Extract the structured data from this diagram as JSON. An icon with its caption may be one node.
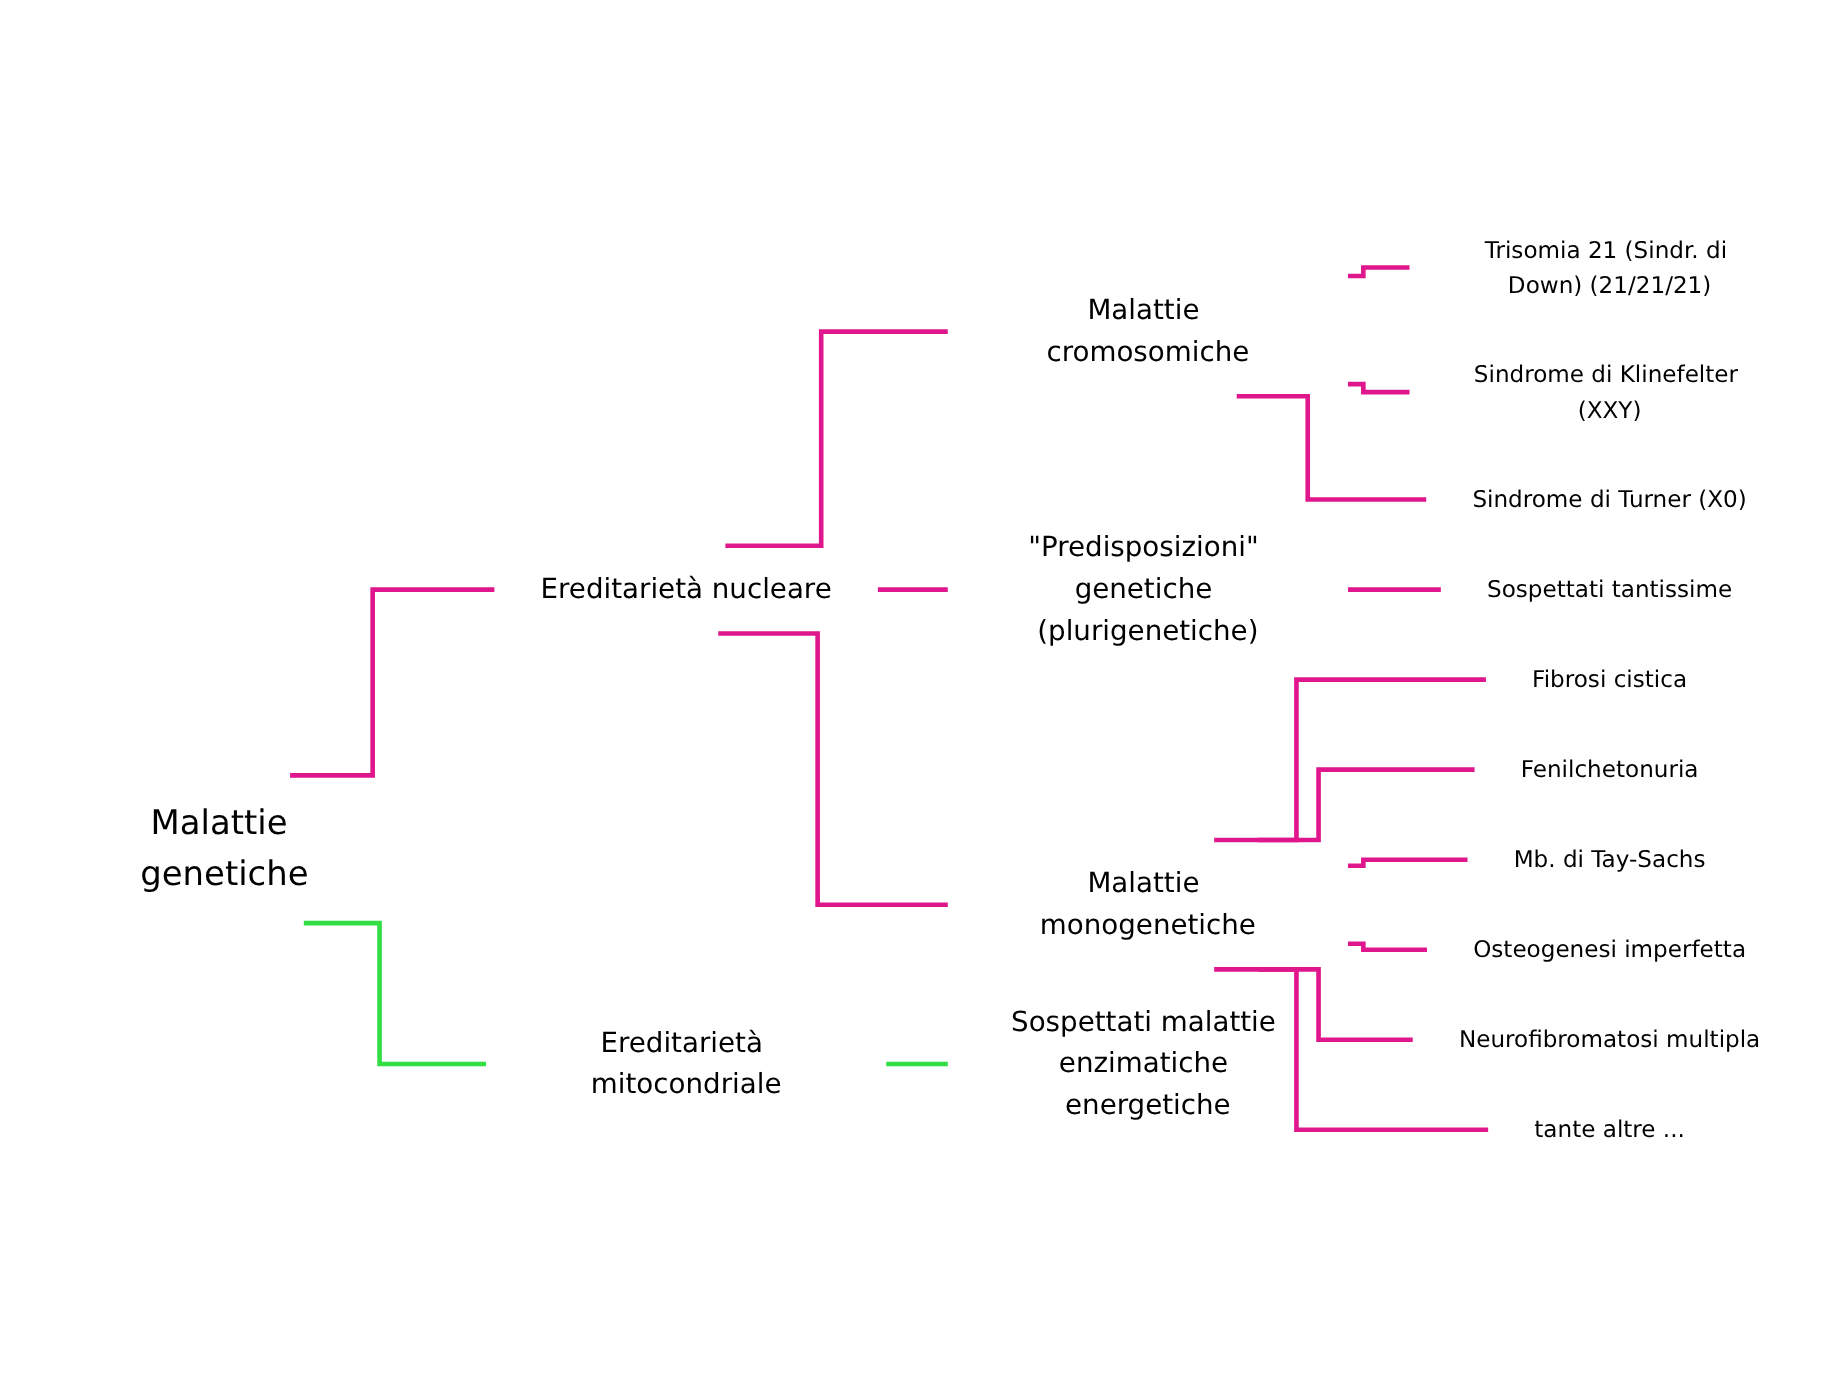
{
  "diagram": {
    "nodes": [
      {
        "text": [
          "Malattie genetiche"
        ]
      },
      {
        "text": [
          "Ereditarietà nucleare"
        ]
      },
      {
        "text": [
          "Ereditarietà mitocondriale"
        ]
      },
      {
        "text": [
          "Malattie cromosomiche"
        ]
      },
      {
        "text": [
          "\"Predisposizioni\" genetiche (plurigenetiche)"
        ]
      },
      {
        "text": [
          "Malattie monogenetiche"
        ]
      },
      {
        "text": [
          "Trisomia 21 (Sindr. di Down) (21/21/21)"
        ]
      },
      {
        "text": [
          "Sindrome di Klinefelter (XXY)"
        ]
      },
      {
        "text": [
          "Sindrome di Turner (X0)"
        ]
      },
      {
        "text": [
          "Sospettati tantissime"
        ]
      },
      {
        "text": [
          "Fibrosi cistica"
        ]
      },
      {
        "text": [
          "Fenilchetonuria"
        ]
      },
      {
        "text": [
          "Mb. di Tay-Sachs"
        ]
      },
      {
        "text": [
          "Osteogenesi imperfetta"
        ]
      },
      {
        "text": [
          "Neurofibromatosi multipla"
        ]
      },
      {
        "text": [
          "tante altre ..."
        ]
      },
      {
        "text": [
          "Sospettati malattie enzimatiche energetiche"
        ]
      }
    ],
    "edges": [
      {
        "from": 0,
        "to": 1,
        "arrow": "none"
      },
      {
        "from": 0,
        "to": 2,
        "arrow": "none",
        "color": "#33dd44"
      },
      {
        "from": 1,
        "to": 3,
        "arrow": "none"
      },
      {
        "from": 1,
        "to": 4,
        "arrow": "none"
      },
      {
        "from": 1,
        "to": 5,
        "arrow": "none"
      },
      {
        "from": 3,
        "to": 6,
        "arrow": "none"
      },
      {
        "from": 3,
        "to": 7,
        "arrow": "none"
      },
      {
        "from": 3,
        "to": 8,
        "arrow": "none"
      },
      {
        "from": 4,
        "to": 9,
        "arrow": "none"
      },
      {
        "from": 5,
        "to": 10,
        "arrow": "none"
      },
      {
        "from": 5,
        "to": 11,
        "arrow": "none"
      },
      {
        "from": 5,
        "to": 12,
        "arrow": "none"
      },
      {
        "from": 5,
        "to": 13,
        "arrow": "none"
      },
      {
        "from": 5,
        "to": 14,
        "arrow": "none"
      },
      {
        "from": 5,
        "to": 15,
        "arrow": "none"
      },
      {
        "from": 2,
        "to": 16,
        "arrow": "none",
        "color": "#33dd44"
      }
    ]
  }
}
